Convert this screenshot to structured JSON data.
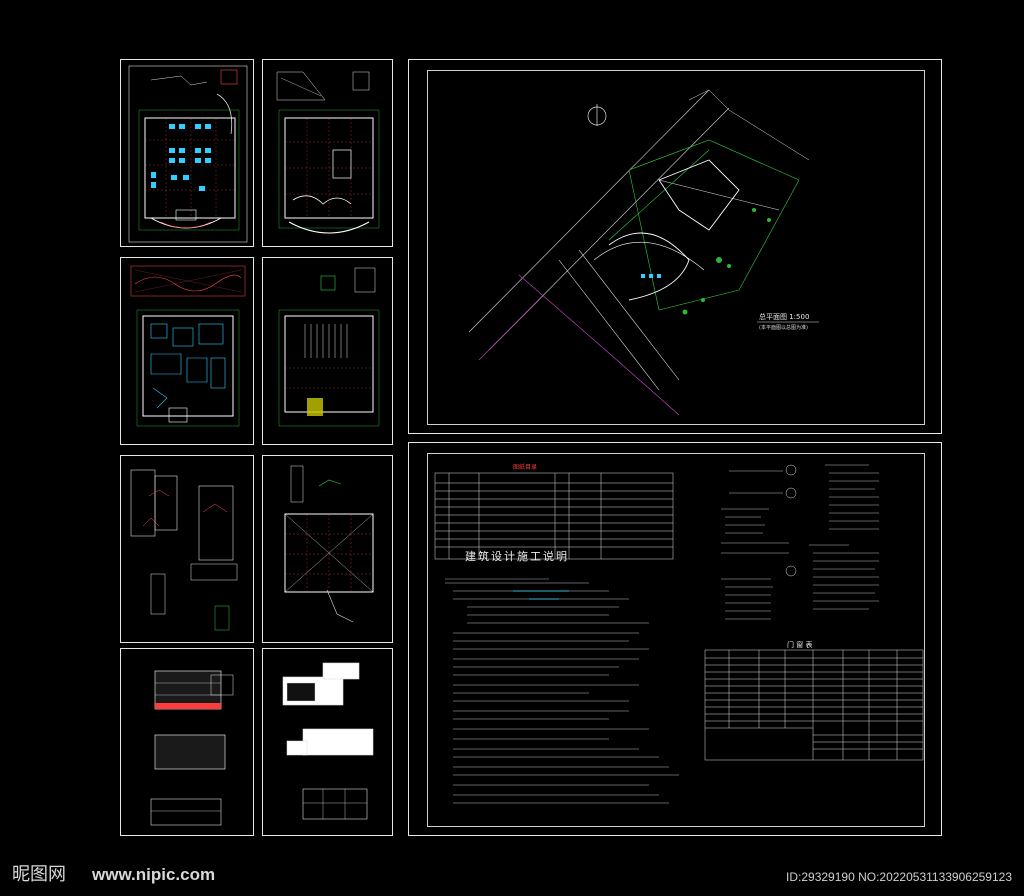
{
  "site_plan": {
    "scale_label": "总平面图 1:500",
    "sub_label": "(本平面图以总图为准)"
  },
  "notes": {
    "title": "建筑设计施工说明",
    "table_header_tag": "图纸目录",
    "schedule_title": "门 窗 表"
  },
  "watermark": {
    "logo": "昵图网",
    "url": "www.nipic.com",
    "id": "ID:29329190 NO:20220531133906259123"
  }
}
